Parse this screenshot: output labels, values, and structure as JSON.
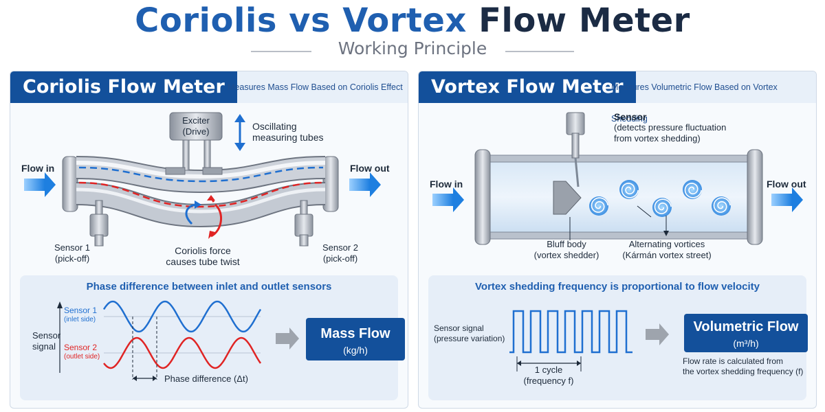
{
  "title": {
    "part1": "Coriolis vs Vortex",
    "part2": "Flow Meter"
  },
  "subtitle": "Working Principle",
  "coriolis": {
    "name": "Coriolis Flow Meter",
    "description": "Measures Mass Flow Based on Coriolis Effect",
    "exciter": [
      "Exciter",
      "(Drive)"
    ],
    "oscillating": [
      "Oscillating",
      "measuring tubes"
    ],
    "flow_in": "Flow in",
    "flow_out": "Flow out",
    "sensor1": [
      "Sensor 1",
      "(pick-off)"
    ],
    "sensor2": [
      "Sensor 2",
      "(pick-off)"
    ],
    "force": [
      "Coriolis force",
      "causes tube twist"
    ],
    "phase_title": "Phase difference between inlet and outlet sensors",
    "sensor_signal": [
      "Sensor",
      "signal"
    ],
    "s1_label": "Sensor 1",
    "s1_sub": "(inlet side)",
    "s2_label": "Sensor 2",
    "s2_sub": "(outlet side)",
    "phase_diff": "Phase difference (Δt)",
    "result_title": "Mass Flow",
    "result_unit": "(kg/h)",
    "colors": {
      "sensor1": "#1f6fd0",
      "sensor2": "#e02424"
    }
  },
  "vortex": {
    "name": "Vortex Flow Meter",
    "description": "Measures Volumetric Flow Based on Vortex Shedding",
    "sensor_title": "Sensor",
    "sensor_desc": [
      "(detects pressure fluctuation",
      "from vortex shedding)"
    ],
    "flow_in": "Flow in",
    "flow_out": "Flow out",
    "bluff": [
      "Bluff body",
      "(vortex shedder)"
    ],
    "vortices": [
      "Alternating vortices",
      "(Kármán vortex street)"
    ],
    "freq_title": "Vortex shedding frequency is proportional to flow velocity",
    "sensor_signal": [
      "Sensor signal",
      "(pressure variation)"
    ],
    "cycle": [
      "1 cycle",
      "(frequency f)"
    ],
    "result_title": "Volumetric Flow",
    "result_unit": "(m³/h)",
    "note": [
      "Flow rate is calculated from",
      "the vortex shedding frequency (f)"
    ]
  },
  "colors": {
    "accent": "#13509b",
    "title_blue": "#1f5fb0",
    "arrow": "#2a8be8"
  }
}
